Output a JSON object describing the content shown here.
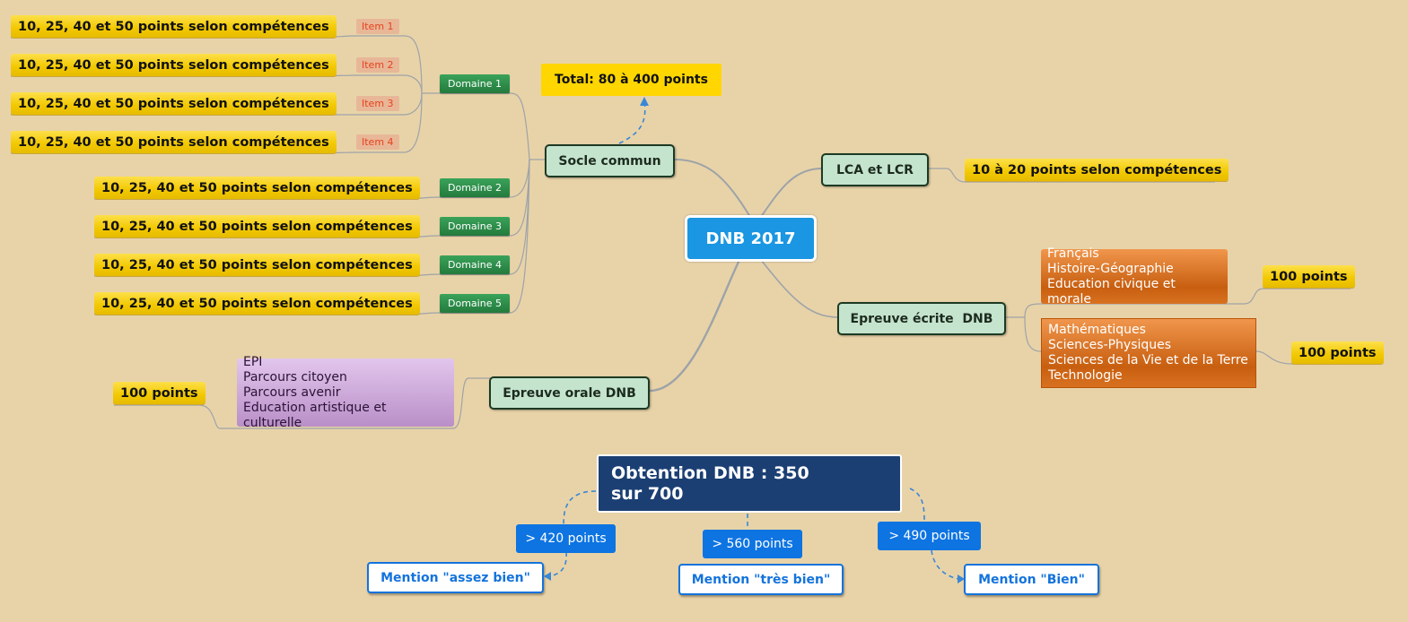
{
  "central": {
    "label": "DNB 2017"
  },
  "socle": {
    "label": "Socle commun",
    "total": "Total: 80 à 400 points",
    "domaine1": {
      "label": "Domaine 1",
      "items": [
        {
          "item": "Item 1",
          "points": "10, 25, 40 et 50 points selon compétences"
        },
        {
          "item": "Item 2",
          "points": "10, 25, 40 et 50 points selon compétences"
        },
        {
          "item": "Item 3",
          "points": "10, 25, 40 et 50 points selon compétences"
        },
        {
          "item": "Item 4",
          "points": "10, 25, 40 et 50 points selon compétences"
        }
      ]
    },
    "domaines": [
      {
        "label": "Domaine 2",
        "points": "10, 25, 40 et 50 points selon compétences"
      },
      {
        "label": "Domaine 3",
        "points": "10, 25, 40 et 50 points selon compétences"
      },
      {
        "label": "Domaine 4",
        "points": "10, 25, 40 et 50 points selon compétences"
      },
      {
        "label": "Domaine 5",
        "points": "10, 25, 40 et 50 points selon compétences"
      }
    ]
  },
  "lca": {
    "label": "LCA et LCR",
    "points": "10 à 20 points selon compétences"
  },
  "ecrite": {
    "label": "Epreuve écrite  DNB",
    "groups": [
      {
        "subjects": [
          "Français",
          "Histoire-Géographie",
          "Education civique et morale"
        ],
        "points": "100 points"
      },
      {
        "subjects": [
          "Mathématiques",
          "Sciences-Physiques",
          "Sciences de la Vie et de la Terre",
          "Technologie"
        ],
        "points": "100 points"
      }
    ]
  },
  "orale": {
    "label": "Epreuve orale DNB",
    "subjects": [
      "EPI",
      "Parcours citoyen",
      "Parcours avenir",
      "Education artistique et culturelle"
    ],
    "points": "100 points"
  },
  "obtention": {
    "label": "Obtention DNB : 350 sur 700",
    "mentions": [
      {
        "threshold": "> 420 points",
        "label": "Mention \"assez bien\""
      },
      {
        "threshold": "> 560 points",
        "label": "Mention \"très bien\""
      },
      {
        "threshold": "> 490 points",
        "label": "Mention \"Bien\""
      }
    ]
  },
  "colors": {
    "background": "#e8d3a8",
    "central": "#1a96e2",
    "branch": "#c5e4cd",
    "points": "#f2c800",
    "domaine": "#2e8f4a",
    "obtention": "#1b3f73",
    "mention": "#1473dc"
  }
}
